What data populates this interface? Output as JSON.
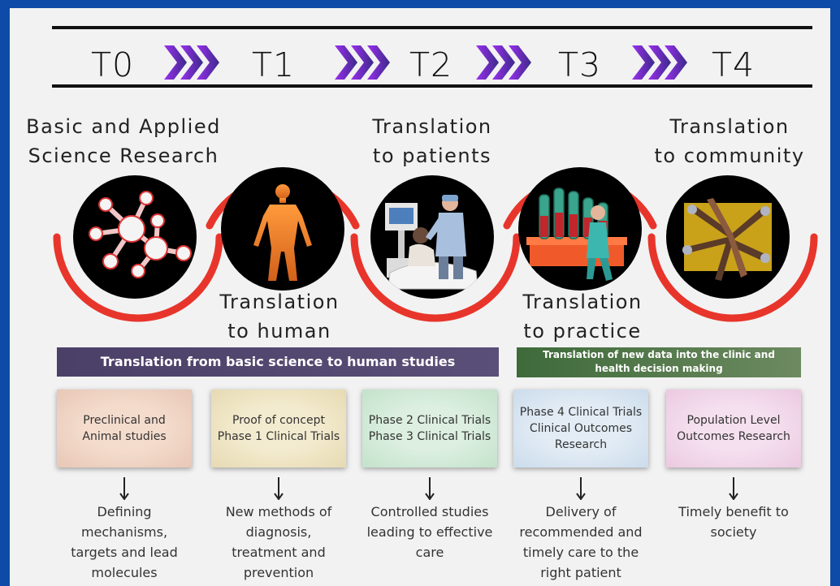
{
  "stages": [
    "T0",
    "T1",
    "T2",
    "T3",
    "T4"
  ],
  "headings": {
    "t0": [
      "Basic and Applied",
      "Science Research"
    ],
    "t2": [
      "Translation",
      "to patients"
    ],
    "t4": [
      "Translation",
      "to community"
    ],
    "t1": [
      "Translation",
      "to human"
    ],
    "t3": [
      "Translation",
      "to practice"
    ]
  },
  "banners": {
    "left": "Translation from basic science to human studies",
    "right": [
      "Translation of new data into the clinic and",
      "health decision making"
    ]
  },
  "boxes": [
    [
      "Preclinical and",
      "Animal studies"
    ],
    [
      "Proof of concept",
      "Phase 1 Clinical Trials"
    ],
    [
      "Phase 2 Clinical Trials",
      "Phase 3 Clinical Trials"
    ],
    [
      "Phase 4 Clinical Trials",
      "Clinical Outcomes",
      "Research"
    ],
    [
      "Population Level",
      "Outcomes Research"
    ]
  ],
  "descriptions": [
    [
      "Defining",
      "mechanisms,",
      "targets and lead",
      "molecules"
    ],
    [
      "New methods of",
      "diagnosis,",
      "treatment and",
      "prevention"
    ],
    [
      "Controlled studies",
      "leading to effective",
      "care"
    ],
    [
      "Delivery of",
      "recommended and",
      "timely care to the",
      "right patient"
    ],
    [
      "Timely benefit to",
      "society"
    ]
  ],
  "colors": {
    "frame": "#0e4aa8",
    "arc": "#e8352b",
    "chevron_start": "#7b2cf0",
    "chevron_end": "#3a2a88",
    "banner_left": "#4b4067",
    "banner_right": "#5e7a52"
  },
  "icons": [
    "molecule-icon",
    "human-body-icon",
    "patient-care-icon",
    "lab-samples-icon",
    "community-hands-icon"
  ]
}
